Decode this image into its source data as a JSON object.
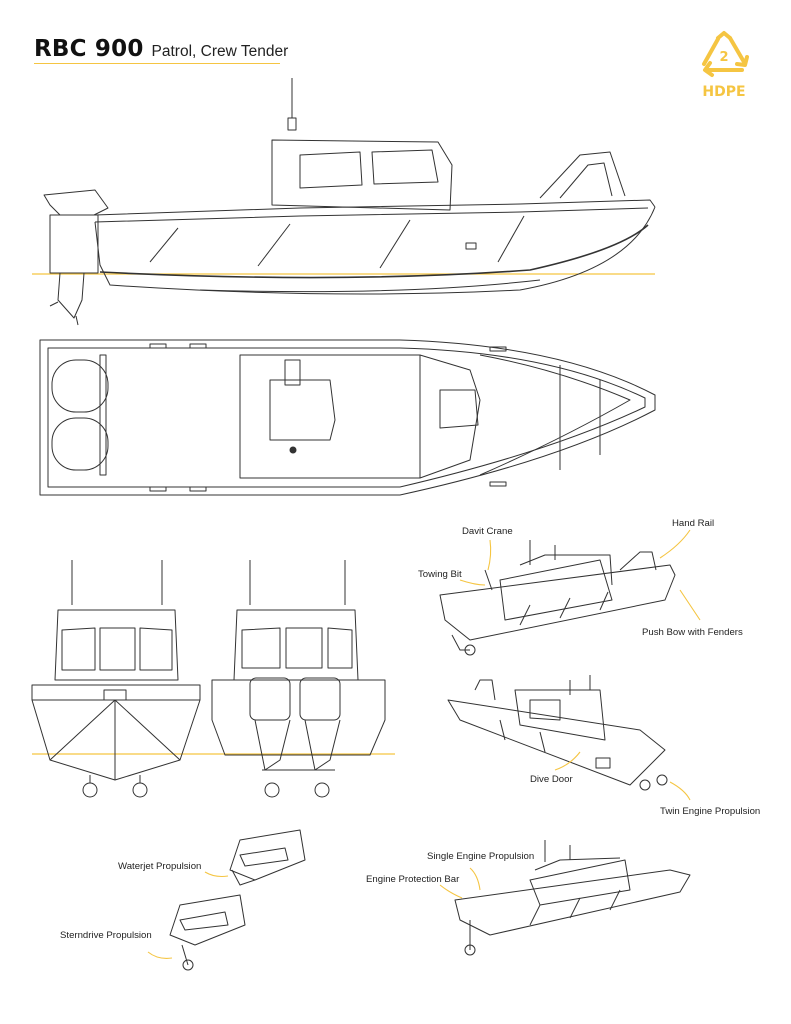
{
  "header": {
    "model": "RBC 900",
    "subtitle": "Patrol, Crew Tender"
  },
  "recycle_badge": {
    "number": "2",
    "material": "HDPE",
    "icon": "recycle-triangle-icon",
    "color": "#f5c542"
  },
  "accent_color": "#f5c542",
  "labels": {
    "davit_crane": "Davit Crane",
    "hand_rail": "Hand Rail",
    "towing_bit": "Towing Bit",
    "push_bow": "Push Bow with Fenders",
    "dive_door": "Dive Door",
    "twin_engine": "Twin Engine Propulsion",
    "waterjet": "Waterjet Propulsion",
    "single_engine": "Single Engine Propulsion",
    "engine_bar": "Engine Protection Bar",
    "sterndrive": "Sterndrive Propulsion"
  }
}
